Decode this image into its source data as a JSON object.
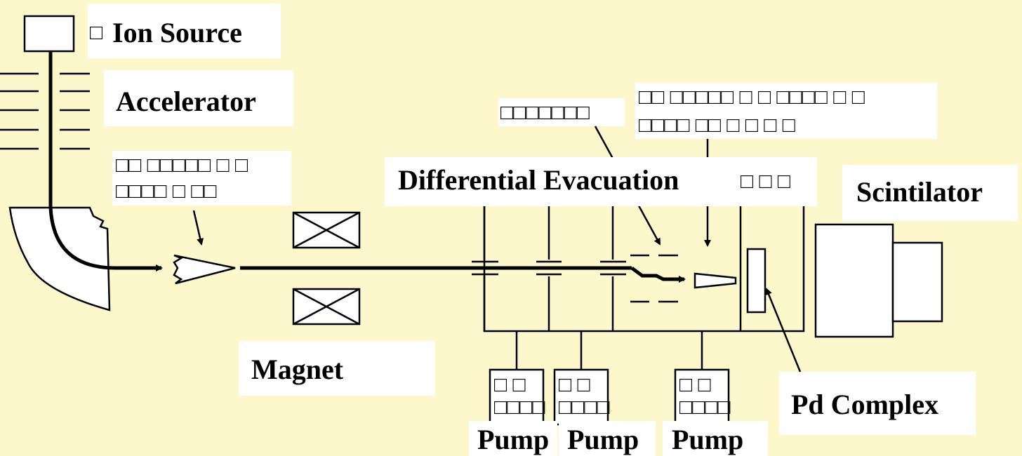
{
  "colors": {
    "background": "#fdf8cc",
    "label_box": "#ffffff",
    "line": "#000000"
  },
  "labels": {
    "ion_source": "Ion Source",
    "accelerator": "Accelerator",
    "magnet": "Magnet",
    "differential_evacuation": "Differential Evacuation",
    "scintilator": "Scintilator",
    "pd_complex": "Pd Complex",
    "pump": "Pump"
  },
  "unrendered_glyphs": {
    "ion_source_prefix": "□",
    "decelerator_line1": "□□ □□□□□ □ □",
    "decelerator_line2": "□□□□ □ □□",
    "aperture": "□□□□□□□",
    "target_line1": "□□ □□□□□ □ □ □□□□ □ □",
    "target_line2": "□□□□ □□ □ □ □ □",
    "evac_suffix": "□ □ □",
    "pump_line1": "□ □",
    "pump_line2": "□□□□"
  }
}
